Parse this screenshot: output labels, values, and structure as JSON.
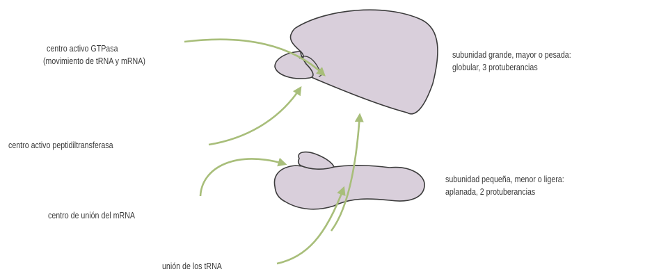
{
  "labels": {
    "gtpasa_line1": "centro activo GTPasa",
    "gtpasa_line2": "(movimiento de tRNA y mRNA)",
    "peptidil": "centro activo peptidiltransferasa",
    "mrna": "centro de unión del mRNA",
    "trna": "unión de los tRNA",
    "large_line1": "subunidad grande, mayor o pesada:",
    "large_line2": "globular, 3 protuberancias",
    "small_line1": "subunidad pequeña, menor o ligera:",
    "small_line2": "aplanada, 2 protuberancias"
  },
  "colors": {
    "subunit_fill": "#d9cfdb",
    "subunit_stroke": "#3c3c3c",
    "arrow": "#a8be7a",
    "text": "#3a3a3a"
  }
}
